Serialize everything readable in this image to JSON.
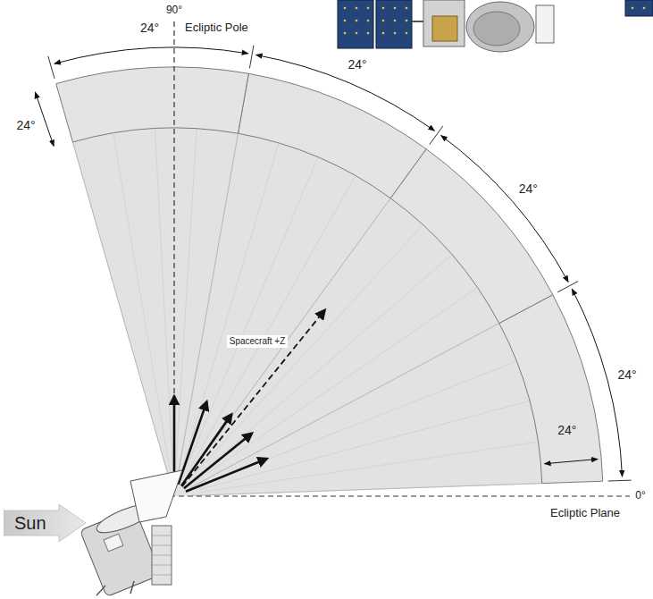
{
  "diagram": {
    "nodes": [
      {
        "text": [
          "Sun"
        ]
      }
    ],
    "labels": [
      "90°",
      "Ecliptic Pole",
      "24°",
      "24°",
      "24°",
      "24°",
      "24°",
      "24°",
      "Spacecraft +Z",
      "0°",
      "Ecliptic Plane"
    ]
  }
}
